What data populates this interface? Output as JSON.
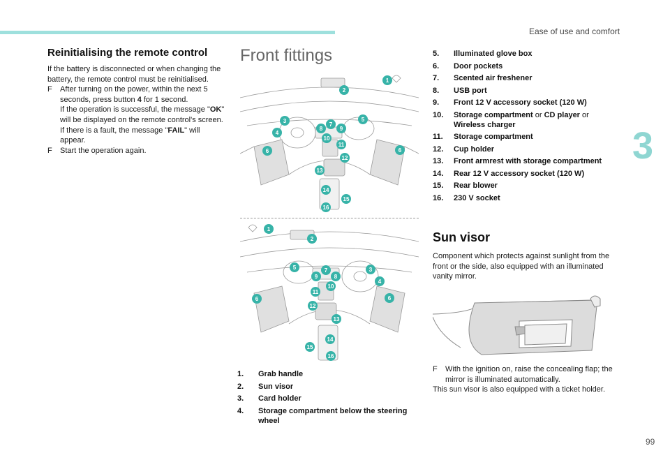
{
  "header": {
    "section": "Ease of use and comfort",
    "chapter": "3",
    "page": "99"
  },
  "remote": {
    "title": "Reinitialising the remote control",
    "intro": "If the battery is disconnected or when changing the battery, the remote control must be reinitialised.",
    "step1_a": "After turning on the power, within the next 5 seconds, press button ",
    "step1_b": "4",
    "step1_c": " for 1 second.",
    "ok_a": "If the operation is successful, the message \"",
    "ok_b": "OK",
    "ok_c": "\" will be displayed on the remote control's screen.",
    "fail_a": "If there is a fault, the message \"",
    "fail_b": "FAIL",
    "fail_c": "\" will appear.",
    "step2": "Start the operation again.",
    "bullet_mark": "F"
  },
  "fittings": {
    "title": "Front fittings",
    "diagram1_badges": [
      "1",
      "2",
      "3",
      "4",
      "5",
      "6",
      "6",
      "7",
      "8",
      "9",
      "10",
      "11",
      "12",
      "13",
      "14",
      "15",
      "16"
    ],
    "diagram2_badges": [
      "1",
      "2",
      "3",
      "4",
      "5",
      "6",
      "6",
      "7",
      "8",
      "9",
      "10",
      "11",
      "12",
      "13",
      "14",
      "15",
      "16"
    ],
    "list_left": [
      {
        "num": "1.",
        "label": "Grab handle"
      },
      {
        "num": "2.",
        "label": "Sun visor"
      },
      {
        "num": "3.",
        "label": "Card holder"
      },
      {
        "num": "4.",
        "label": "Storage compartment below the steering wheel"
      }
    ],
    "list_right": [
      {
        "num": "5.",
        "label": "Illuminated glove box"
      },
      {
        "num": "6.",
        "label": "Door pockets"
      },
      {
        "num": "7.",
        "label": "Scented air freshener"
      },
      {
        "num": "8.",
        "label": "USB port"
      },
      {
        "num": "9.",
        "label": "Front 12 V accessory socket (120 W)"
      },
      {
        "num": "10.",
        "label": "Storage compartment",
        "or": " or ",
        "label2": "CD player",
        "or2": " or ",
        "label3": "Wireless charger"
      },
      {
        "num": "11.",
        "label": "Storage compartment"
      },
      {
        "num": "12.",
        "label": "Cup holder"
      },
      {
        "num": "13.",
        "label": "Front armrest with storage compartment"
      },
      {
        "num": "14.",
        "label": "Rear 12 V accessory socket (120 W)"
      },
      {
        "num": "15.",
        "label": "Rear blower"
      },
      {
        "num": "16.",
        "label": "230 V socket"
      }
    ]
  },
  "sunvisor": {
    "title": "Sun visor",
    "desc": "Component which protects against sunlight from the front or the side, also equipped with an illuminated vanity mirror.",
    "bullet_mark": "F",
    "step": "With the ignition on, raise the concealing flap; the mirror is illuminated automatically.",
    "note": "This sun visor is also equipped with a ticket holder."
  },
  "colors": {
    "accent": "#9ee0dd",
    "badge": "#37b3a8",
    "chapter": "#8fd6d2"
  }
}
